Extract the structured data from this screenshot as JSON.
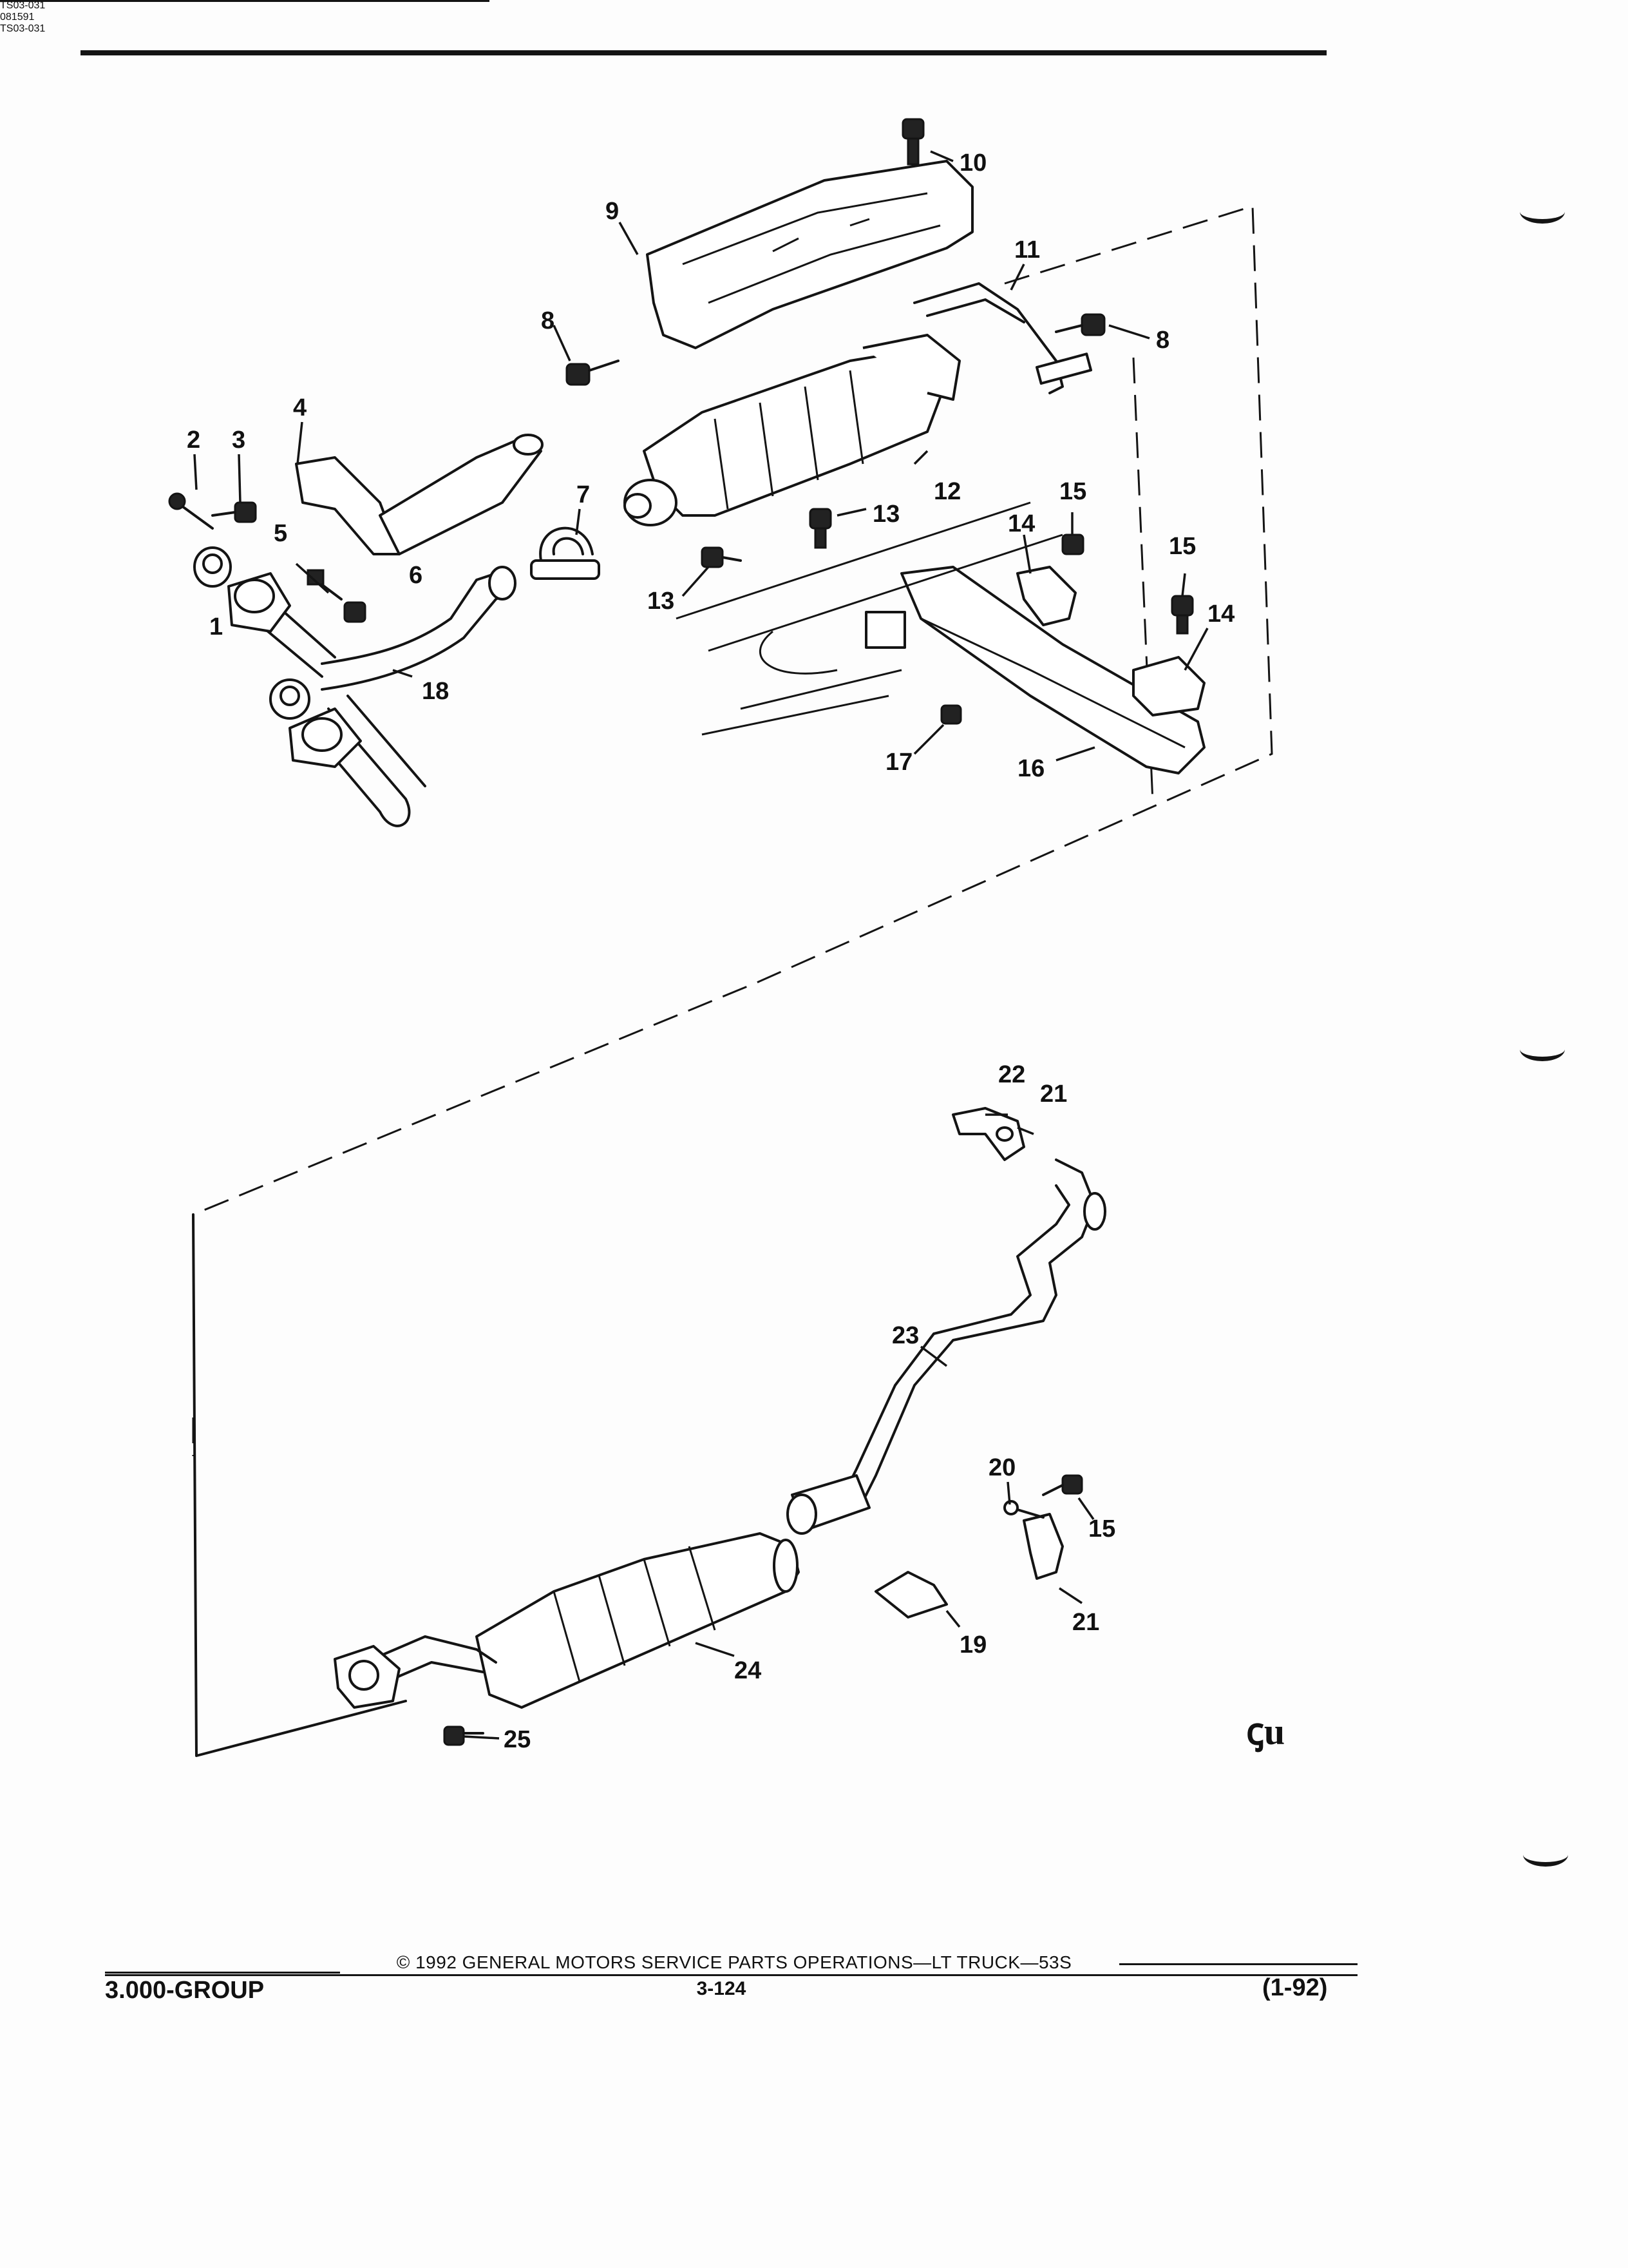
{
  "header": {
    "ref_code": "TS03-031",
    "ref_date": "081591"
  },
  "callouts": {
    "c1": "1",
    "c2": "2",
    "c3": "3",
    "c4": "4",
    "c5": "5",
    "c6": "6",
    "c7": "7",
    "c8a": "8",
    "c8b": "8",
    "c9": "9",
    "c10": "10",
    "c11": "11",
    "c12": "12",
    "c13a": "13",
    "c13b": "13",
    "c14a": "14",
    "c14b": "14",
    "c15a": "15",
    "c15b": "15",
    "c15c": "15",
    "c16": "16",
    "c17": "17",
    "c18": "18",
    "c19": "19",
    "c20": "20",
    "c21a": "21",
    "c21b": "21",
    "c22": "22",
    "c23": "23",
    "c24": "24",
    "c25": "25"
  },
  "figure": {
    "ref_code_bottom": "TS03-031",
    "logo": "ꞔu"
  },
  "footer": {
    "copyright": "© 1992 GENERAL MOTORS SERVICE PARTS OPERATIONS—LT TRUCK—53S",
    "group": "3.000-GROUP",
    "page": "3-124",
    "date": "(1-92)"
  }
}
